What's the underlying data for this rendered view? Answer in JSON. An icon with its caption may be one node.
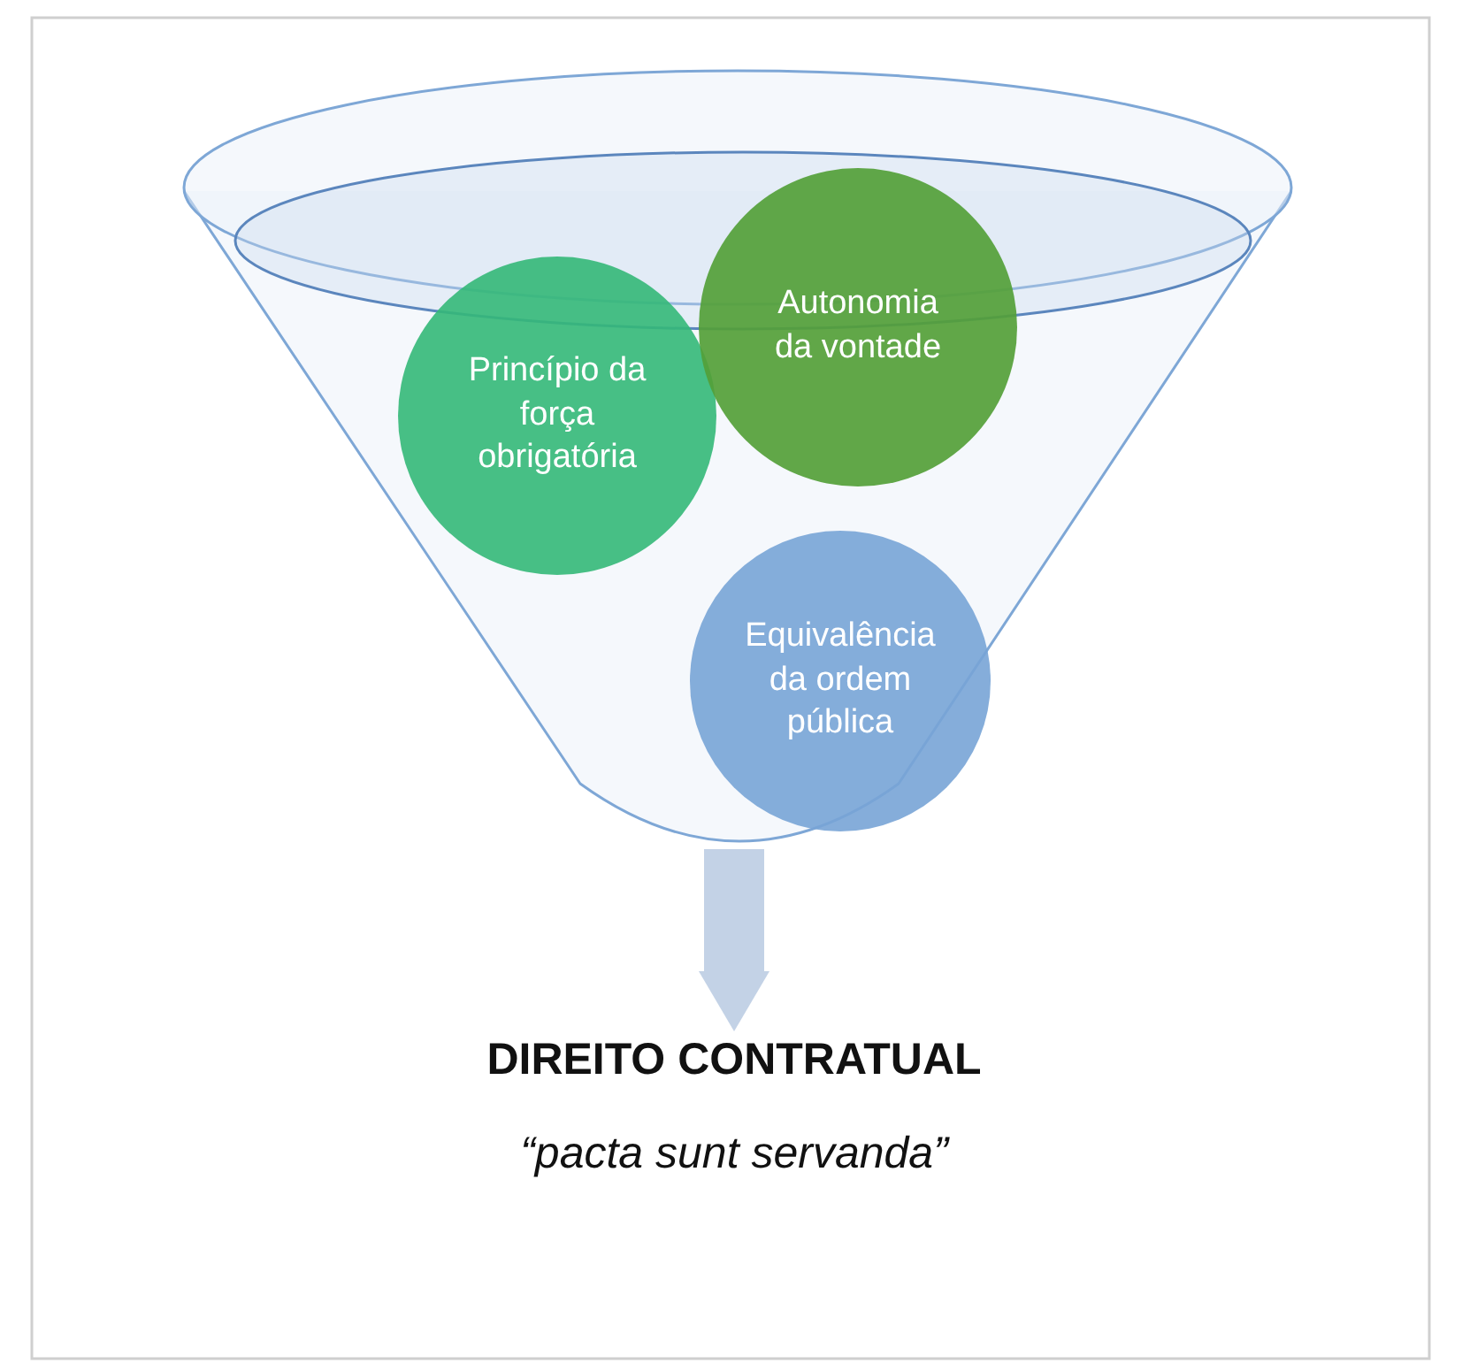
{
  "diagram": {
    "nodes": [
      {
        "text": [],
        "shape": "funnel"
      },
      {
        "text": [
          "Princípio da força obrigatória"
        ],
        "in": 0
      },
      {
        "text": [
          "Autonomia da vontade"
        ],
        "in": 0
      },
      {
        "text": [
          "Equivalência da ordem pública"
        ],
        "in": 0
      },
      {
        "text": [
          "DIREITO CONTRATUAL",
          "“pacta sunt servanda”"
        ]
      }
    ],
    "edges": [
      {
        "from": 0,
        "to": 4,
        "arrow": "to"
      }
    ]
  }
}
